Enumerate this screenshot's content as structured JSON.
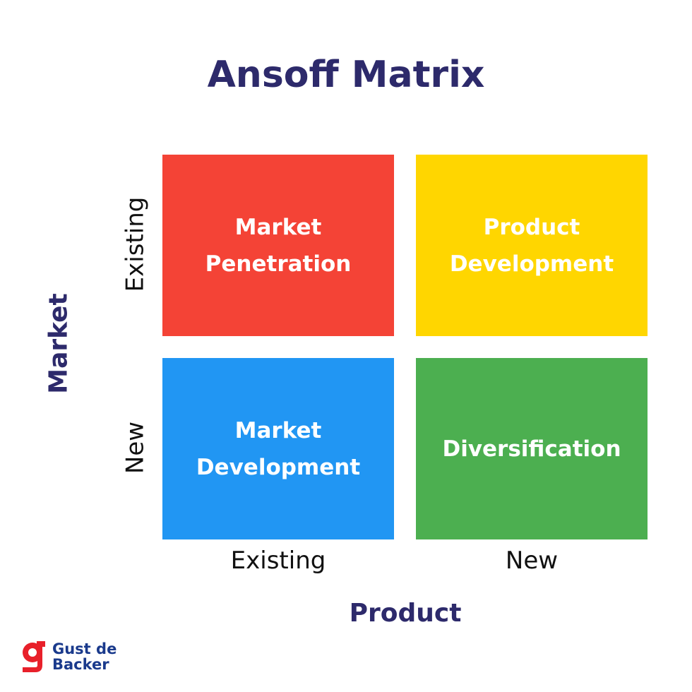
{
  "title": "Ansoff Matrix",
  "axes": {
    "x_title": "Product",
    "y_title": "Market",
    "x_labels": [
      "Existing",
      "New"
    ],
    "y_labels": [
      "Existing",
      "New"
    ]
  },
  "quadrants": [
    {
      "label": "Market\nPenetration",
      "color": "#f44336",
      "position": "existing-market/existing-product"
    },
    {
      "label": "Product\nDevelopment",
      "color": "#ffd600",
      "position": "existing-market/new-product"
    },
    {
      "label": "Market\nDevelopment",
      "color": "#2196f3",
      "position": "new-market/existing-product"
    },
    {
      "label": "Diversification",
      "color": "#4caf50",
      "position": "new-market/new-product"
    }
  ],
  "colors": {
    "title": "#2d2a6b",
    "axis_labels": "#111111",
    "logo_mark": "#e8202a",
    "logo_text": "#1a3a8c"
  },
  "logo": {
    "text": "Gust de\nBacker",
    "icon": "g-logo-icon"
  }
}
